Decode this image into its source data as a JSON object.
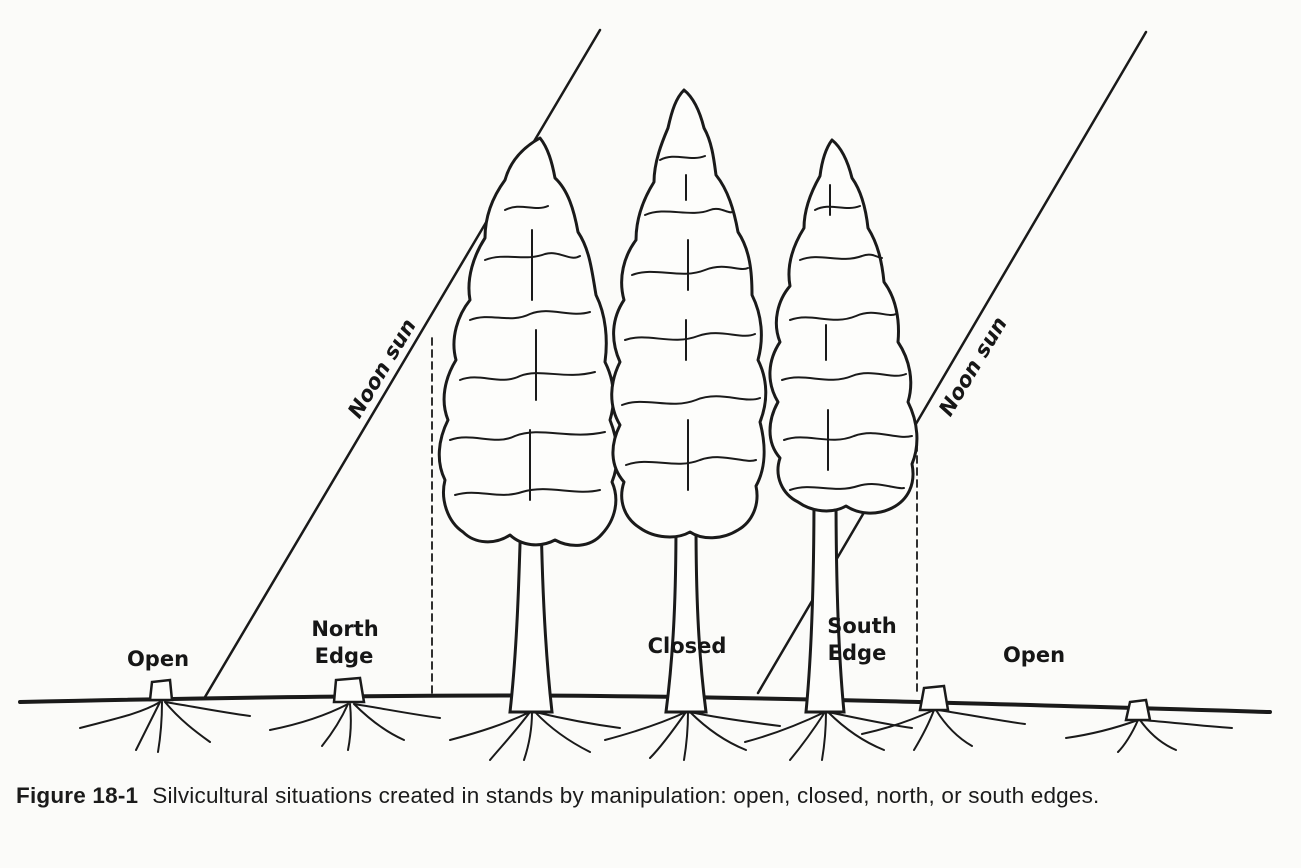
{
  "labels": {
    "open_left": "Open",
    "north_edge_line1": "North",
    "north_edge_line2": "Edge",
    "closed": "Closed",
    "south_edge_line1": "South",
    "south_edge_line2": "Edge",
    "open_right": "Open",
    "noon_sun_left": "Noon sun",
    "noon_sun_right": "Noon sun"
  },
  "caption": {
    "figure_number": "Figure 18-1",
    "text": "Silvicultural situations created in stands by manipulation: open, closed, north, or south edges."
  }
}
